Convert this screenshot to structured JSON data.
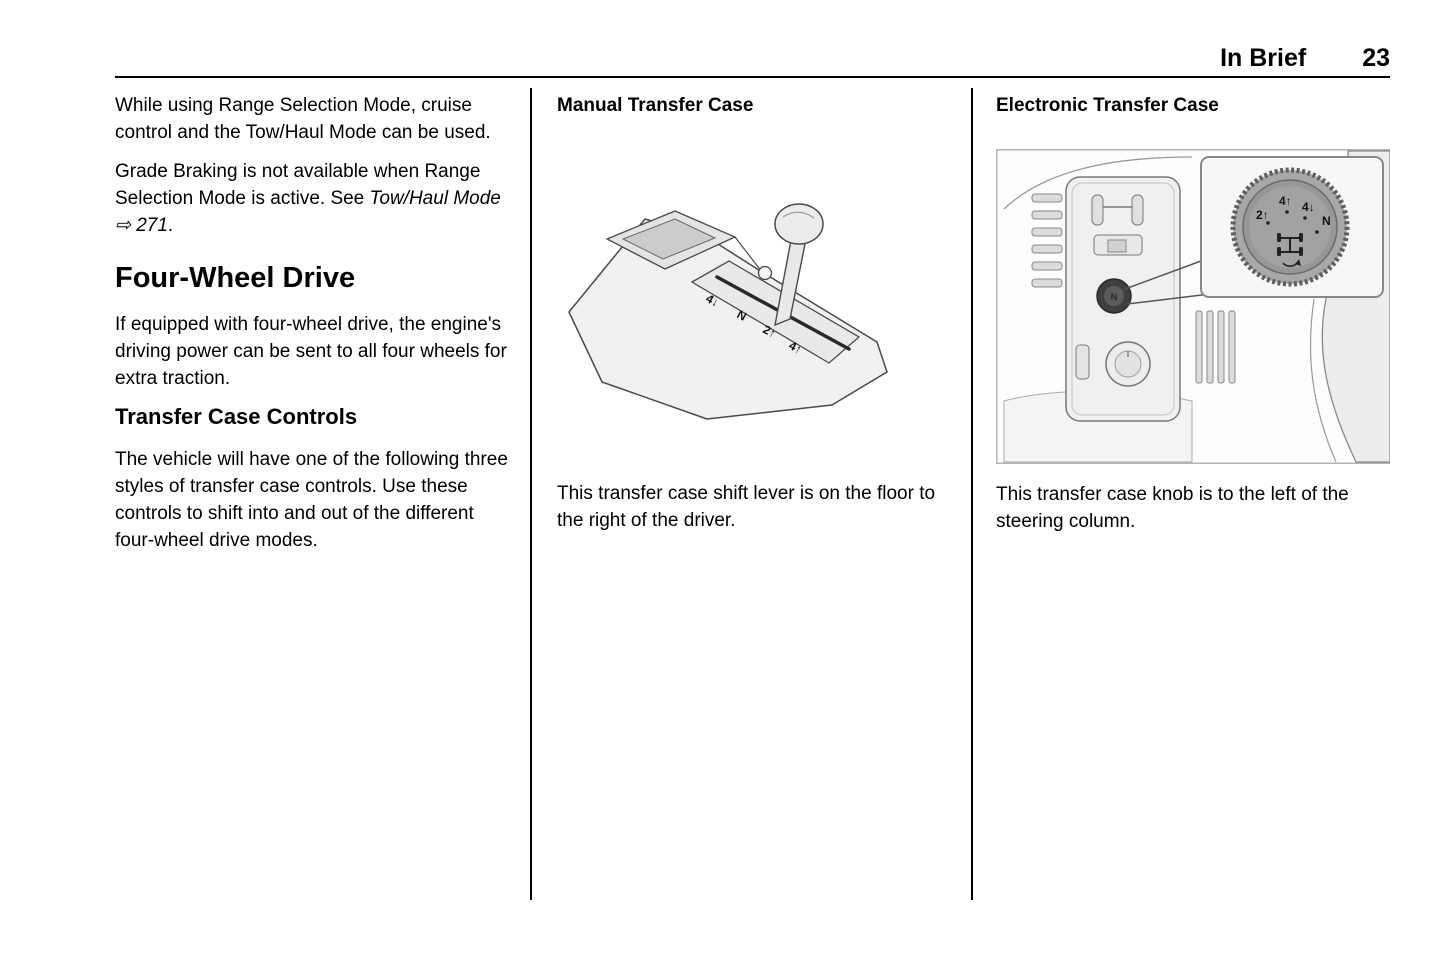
{
  "header": {
    "section_title": "In Brief",
    "page_number": "23"
  },
  "left_column": {
    "para1": "While using Range Selection Mode, cruise control and the Tow/Haul Mode can be used.",
    "para2_text": "Grade Braking is not available when Range Selection Mode is active. See",
    "para2_reference": "Tow/Haul Mode",
    "para2_arrow": "⇨",
    "para2_page": "271",
    "para2_period": ".",
    "heading": "Four-Wheel Drive",
    "para3": "If equipped with four-wheel drive, the engine's driving power can be sent to all four wheels for extra traction.",
    "subheading": "Transfer Case Controls",
    "para4": "The vehicle will have one of the following three styles of transfer case controls. Use these controls to shift into and out of the different four-wheel drive modes."
  },
  "middle_column": {
    "heading": "Manual Transfer Case",
    "caption": "This transfer case shift lever is on the floor to the right of the driver.",
    "gate_labels": [
      "4↓",
      "N",
      "2↑",
      "4↑"
    ]
  },
  "right_column": {
    "heading": "Electronic Transfer Case",
    "caption": "This transfer case knob is to the left of the steering column.",
    "knob_labels": [
      "2↑",
      "4↑",
      "4↓",
      "N"
    ],
    "knob_center_label": "N"
  }
}
